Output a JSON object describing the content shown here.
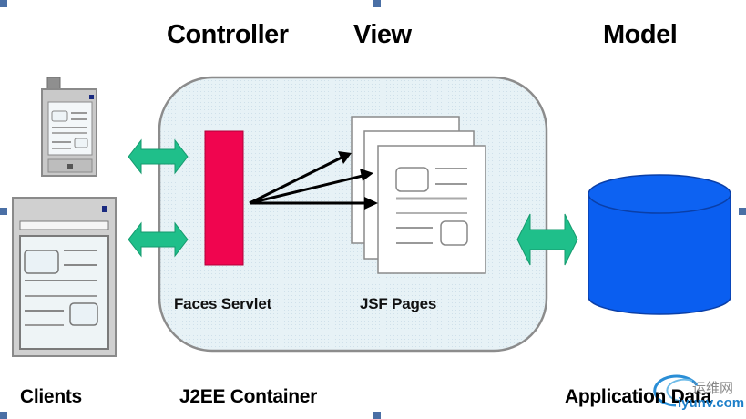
{
  "headings": {
    "controller": "Controller",
    "view": "View",
    "model": "Model"
  },
  "labels": {
    "clients": "Clients",
    "container": "J2EE Container",
    "application_data": "Application Data",
    "faces_servlet": "Faces Servlet",
    "jsf_pages": "JSF Pages"
  },
  "watermark": {
    "cn": "运维网",
    "en": "iyunv.com"
  },
  "colors": {
    "container_fill": "#e6f1f5",
    "container_border": "#8c8c8c",
    "servlet": "#f0054f",
    "arrow_teal": "#1fbf8a",
    "database": "#0a5ef0",
    "selection_handle": "#4a6fa5"
  },
  "icons": {
    "pda": "pda-device-icon",
    "desktop": "desktop-browser-icon",
    "database": "database-cylinder-icon"
  }
}
